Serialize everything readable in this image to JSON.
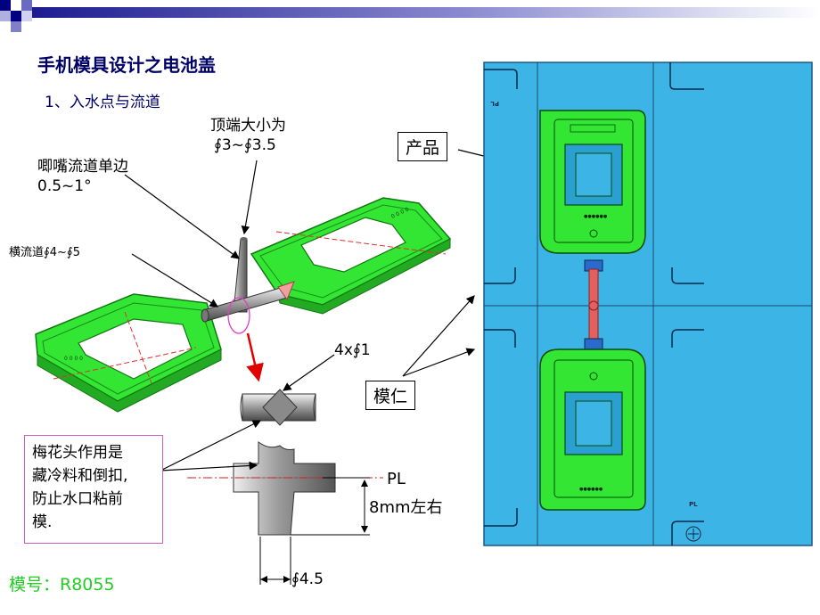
{
  "title": "手机模具设计之电池盖",
  "section": "1、入水点与流道",
  "labels": {
    "top_size_line1": "顶端大小为",
    "top_size_line2": "∮3~∮3.5",
    "sprue_line1": "唧嘴流道单边",
    "sprue_line2": "0.5~1°",
    "runner": "横流道∮4~∮5",
    "gate_count": "4x∮1",
    "pl": "PL",
    "depth": "8mm左右",
    "diameter": "∮4.5",
    "product": "产品",
    "insert": "模仁"
  },
  "callout": {
    "line1": "梅花头作用是",
    "line2": "藏冷料和倒扣,",
    "line3": "防止水口粘前",
    "line4": "模."
  },
  "mold_number": "模号：R8055",
  "layout_marks": {
    "pl_top": "PL",
    "pl_bottom": "PL"
  },
  "colors": {
    "header_blue": "#000080",
    "mold_cyan": "#3cb4e6",
    "part_green": "#33e633",
    "runner_red": "#e46060",
    "callout_border": "#d060c0",
    "mold_number_green": "#22cc22"
  }
}
